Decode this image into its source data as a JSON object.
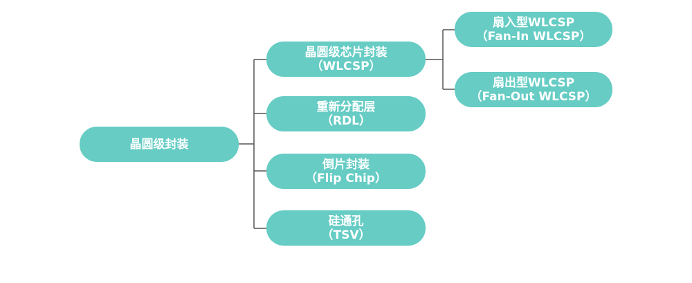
{
  "diagram": {
    "root": {
      "label": "晶圆级封装"
    },
    "branches": [
      {
        "line1": "晶圆级芯片封装",
        "line2": "（WLCSP）"
      },
      {
        "line1": "重新分配层",
        "line2": "（RDL）"
      },
      {
        "line1": "倒片封装",
        "line2": "（Flip Chip）"
      },
      {
        "line1": "硅通孔",
        "line2": "（TSV）"
      }
    ],
    "sub_branches": [
      {
        "line1": "扇入型WLCSP",
        "line2": "（Fan-In WLCSP）"
      },
      {
        "line1": "扇出型WLCSP",
        "line2": "（Fan-Out WLCSP）"
      }
    ],
    "colors": {
      "node_fill": "#66ccc4",
      "node_text": "#ffffff",
      "connector": "#555555"
    }
  }
}
